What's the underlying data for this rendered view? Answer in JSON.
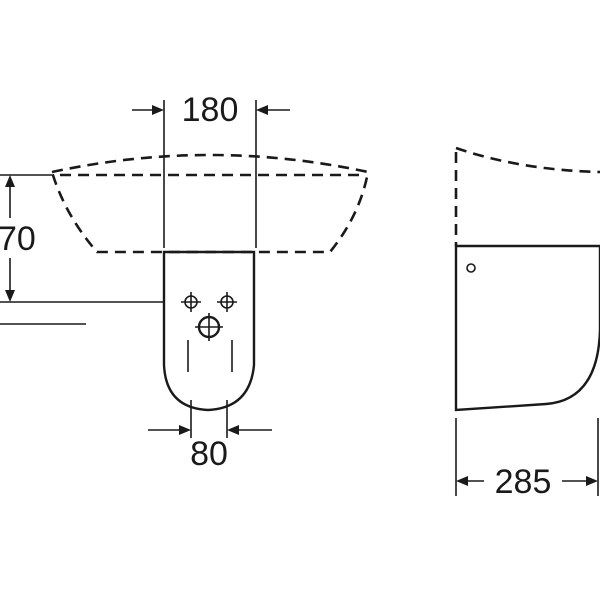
{
  "front_view": {
    "dim_top_width": "180",
    "dim_height": "70",
    "dim_bottom_width": "80"
  },
  "side_view": {
    "dim_depth": "285"
  }
}
